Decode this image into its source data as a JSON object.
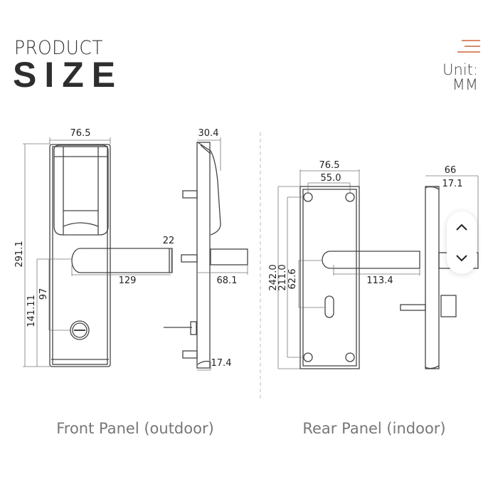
{
  "header": {
    "title_top": "PRODUCT",
    "title_main": "SIZE",
    "unit_label": "Unit:",
    "unit_value": "MM",
    "accent_color": "#d98a6a"
  },
  "front": {
    "caption": "Front Panel (outdoor)",
    "dims": {
      "width": "76.5",
      "height": "291.1",
      "knob_to_bottom": "141.11",
      "handle_to_knob": "97",
      "handle_height": "22",
      "handle_length": "129",
      "side_depth": "30.4",
      "handle_projection": "68.1",
      "bottom_depth": "17.4"
    }
  },
  "rear": {
    "caption": "Rear Panel (indoor)",
    "dims": {
      "width": "76.5",
      "hole_spacing": "55.0",
      "height": "242.0",
      "hole_vertical": "211.0",
      "handle_to_keyhole": "62.6",
      "handle_length": "113.4",
      "side_depth": "66",
      "plate_depth": "17.1"
    }
  },
  "scroll": {
    "up_icon": "chevron-up-icon",
    "down_icon": "chevron-down-icon"
  }
}
